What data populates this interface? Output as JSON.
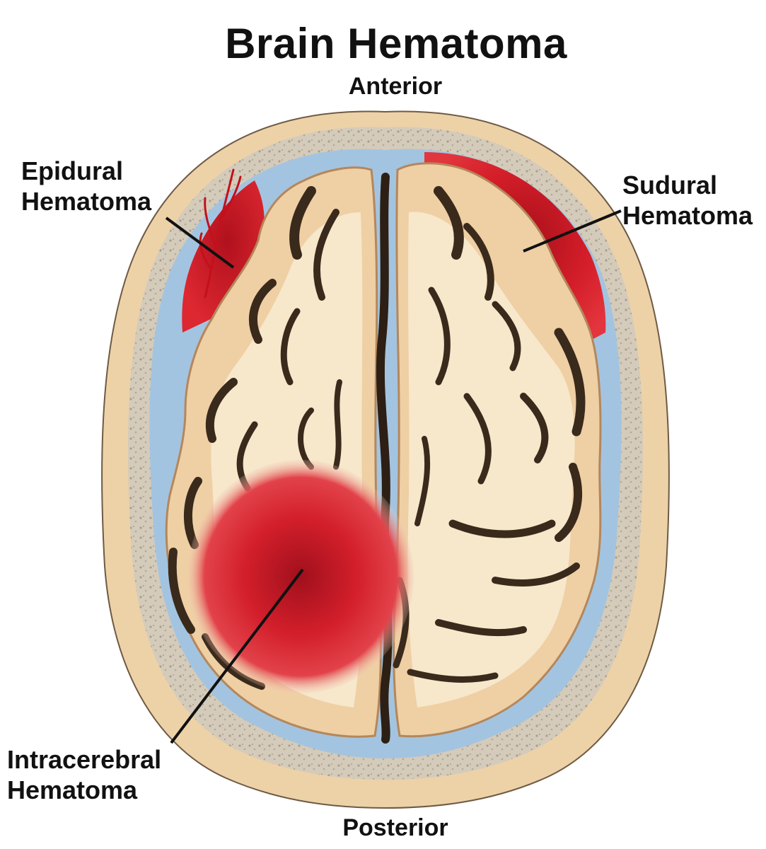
{
  "title": "Brain Hematoma",
  "orientation": {
    "top": "Anterior",
    "bottom": "Posterior"
  },
  "labels": {
    "epidural": {
      "line1": "Epidural",
      "line2": "Hematoma"
    },
    "subdural": {
      "line1": "Sudural",
      "line2": "Hematoma"
    },
    "intracerebral": {
      "line1": "Intracerebral",
      "line2": "Hematoma"
    }
  },
  "colors": {
    "skin": "#edd2a8",
    "bone": "#d3c9b8",
    "csf": "#9fc2df",
    "brain_light": "#f7e6c8",
    "brain_tan": "#e6bb8a",
    "sulci": "#3a2a1c",
    "blood": "#d71f2a",
    "blood_dark": "#a80f1c"
  }
}
